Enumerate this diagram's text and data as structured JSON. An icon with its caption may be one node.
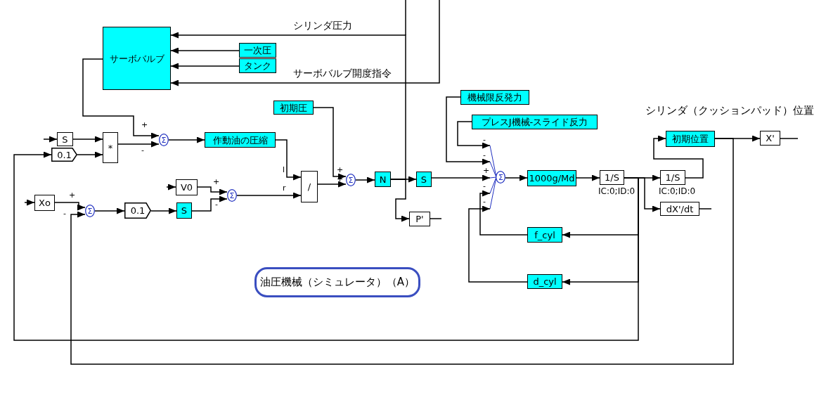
{
  "diagram": {
    "nodes": [
      {
        "text": [
          "サーボバルブ"
        ]
      },
      {
        "text": [
          "一次圧"
        ]
      },
      {
        "text": [
          "タンク"
        ]
      },
      {
        "text": [
          "初期圧"
        ]
      },
      {
        "text": [
          "S"
        ]
      },
      {
        "text": [
          "0.1"
        ]
      },
      {
        "text": [
          "*"
        ]
      },
      {
        "text": [
          "Σ"
        ]
      },
      {
        "text": [
          "作動油の圧縮"
        ]
      },
      {
        "text": [
          "Xo"
        ]
      },
      {
        "text": [
          "Σ"
        ]
      },
      {
        "text": [
          "0.1"
        ]
      },
      {
        "text": [
          "S"
        ]
      },
      {
        "text": [
          "V0"
        ]
      },
      {
        "text": [
          "Σ"
        ]
      },
      {
        "text": [
          "/"
        ]
      },
      {
        "text": [
          "Σ"
        ]
      },
      {
        "text": [
          "N"
        ]
      },
      {
        "text": [
          "S"
        ]
      },
      {
        "text": [
          "P'"
        ]
      },
      {
        "text": [
          "機械限反発力"
        ]
      },
      {
        "text": [
          "プレスJ機械-スライド反力"
        ]
      },
      {
        "text": [
          "Σ"
        ]
      },
      {
        "text": [
          "1000g/Md"
        ]
      },
      {
        "text": [
          "1/S"
        ],
        "beside": [
          "IC:0;ID:0"
        ]
      },
      {
        "text": [
          "1/S"
        ],
        "beside": [
          "IC:0;ID:0"
        ]
      },
      {
        "text": [
          "dX'/dt"
        ]
      },
      {
        "text": [
          "初期位置"
        ]
      },
      {
        "text": [
          "X'"
        ]
      },
      {
        "text": [
          "f_cyl"
        ]
      },
      {
        "text": [
          "d_cyl"
        ]
      },
      {
        "text": [
          "油圧機械（シミュレータ）（A）"
        ]
      }
    ],
    "edges": [
      {
        "from": 17,
        "to": 0,
        "arrow": "to",
        "label": "シリンダ圧力"
      },
      {
        "from": null,
        "to": 0,
        "arrow": "to",
        "label": "サーボバルブ開度指令"
      },
      {
        "from": 1,
        "to": 0,
        "arrow": "to"
      },
      {
        "from": 2,
        "to": 0,
        "arrow": "to"
      },
      {
        "from": 0,
        "to": 7,
        "arrow": "to"
      },
      {
        "from": 6,
        "to": 7,
        "arrow": "to"
      },
      {
        "from": 4,
        "to": 6,
        "arrow": "to"
      },
      {
        "from": 5,
        "to": 6,
        "arrow": "to"
      },
      {
        "from": null,
        "to": 4,
        "arrow": "to"
      },
      {
        "from": 7,
        "to": 8,
        "arrow": "to"
      },
      {
        "from": 8,
        "to": 15,
        "arrow": "to"
      },
      {
        "from": 14,
        "to": 15,
        "arrow": "to"
      },
      {
        "from": 3,
        "to": 16,
        "arrow": "to"
      },
      {
        "from": 15,
        "to": 16,
        "arrow": "to"
      },
      {
        "from": 16,
        "to": 17,
        "arrow": "to"
      },
      {
        "from": 17,
        "to": 18,
        "arrow": "to"
      },
      {
        "from": 17,
        "to": 19,
        "arrow": "to"
      },
      {
        "from": 18,
        "to": 22,
        "arrow": "to"
      },
      {
        "from": 20,
        "to": 22,
        "arrow": "to"
      },
      {
        "from": 21,
        "to": 22,
        "arrow": "to"
      },
      {
        "from": 29,
        "to": 22,
        "arrow": "to"
      },
      {
        "from": 30,
        "to": 22,
        "arrow": "to"
      },
      {
        "from": 22,
        "to": 23,
        "arrow": "to"
      },
      {
        "from": 23,
        "to": 24,
        "arrow": "to"
      },
      {
        "from": 24,
        "to": 25,
        "arrow": "to"
      },
      {
        "from": 24,
        "to": 26,
        "arrow": "to"
      },
      {
        "from": 24,
        "to": 29,
        "arrow": "to"
      },
      {
        "from": 24,
        "to": 30,
        "arrow": "to"
      },
      {
        "from": 24,
        "to": 5,
        "arrow": "to"
      },
      {
        "from": 25,
        "to": 27,
        "arrow": "to"
      },
      {
        "from": 27,
        "to": 28,
        "arrow": "to"
      },
      {
        "from": 27,
        "to": 10,
        "arrow": "to"
      },
      {
        "from": 9,
        "to": 10,
        "arrow": "to"
      },
      {
        "from": null,
        "to": 9,
        "arrow": "to"
      },
      {
        "from": 10,
        "to": 11,
        "arrow": "to"
      },
      {
        "from": 11,
        "to": 12,
        "arrow": "to"
      },
      {
        "from": 12,
        "to": 14,
        "arrow": "to"
      },
      {
        "from": 13,
        "to": 14,
        "arrow": "to"
      },
      {
        "from": null,
        "to": 13,
        "arrow": "to"
      },
      {
        "from": 19,
        "to": null,
        "arrow": "none"
      },
      {
        "from": 26,
        "to": null,
        "arrow": "none"
      },
      {
        "from": 28,
        "to": null,
        "arrow": "none"
      }
    ],
    "labels": [
      "シリンダ（クッションパッド）位置",
      "+",
      "-",
      "-",
      "-",
      "+",
      "+",
      "l",
      "+",
      "+",
      "-",
      "r",
      "+",
      "-",
      "-",
      "-"
    ]
  }
}
